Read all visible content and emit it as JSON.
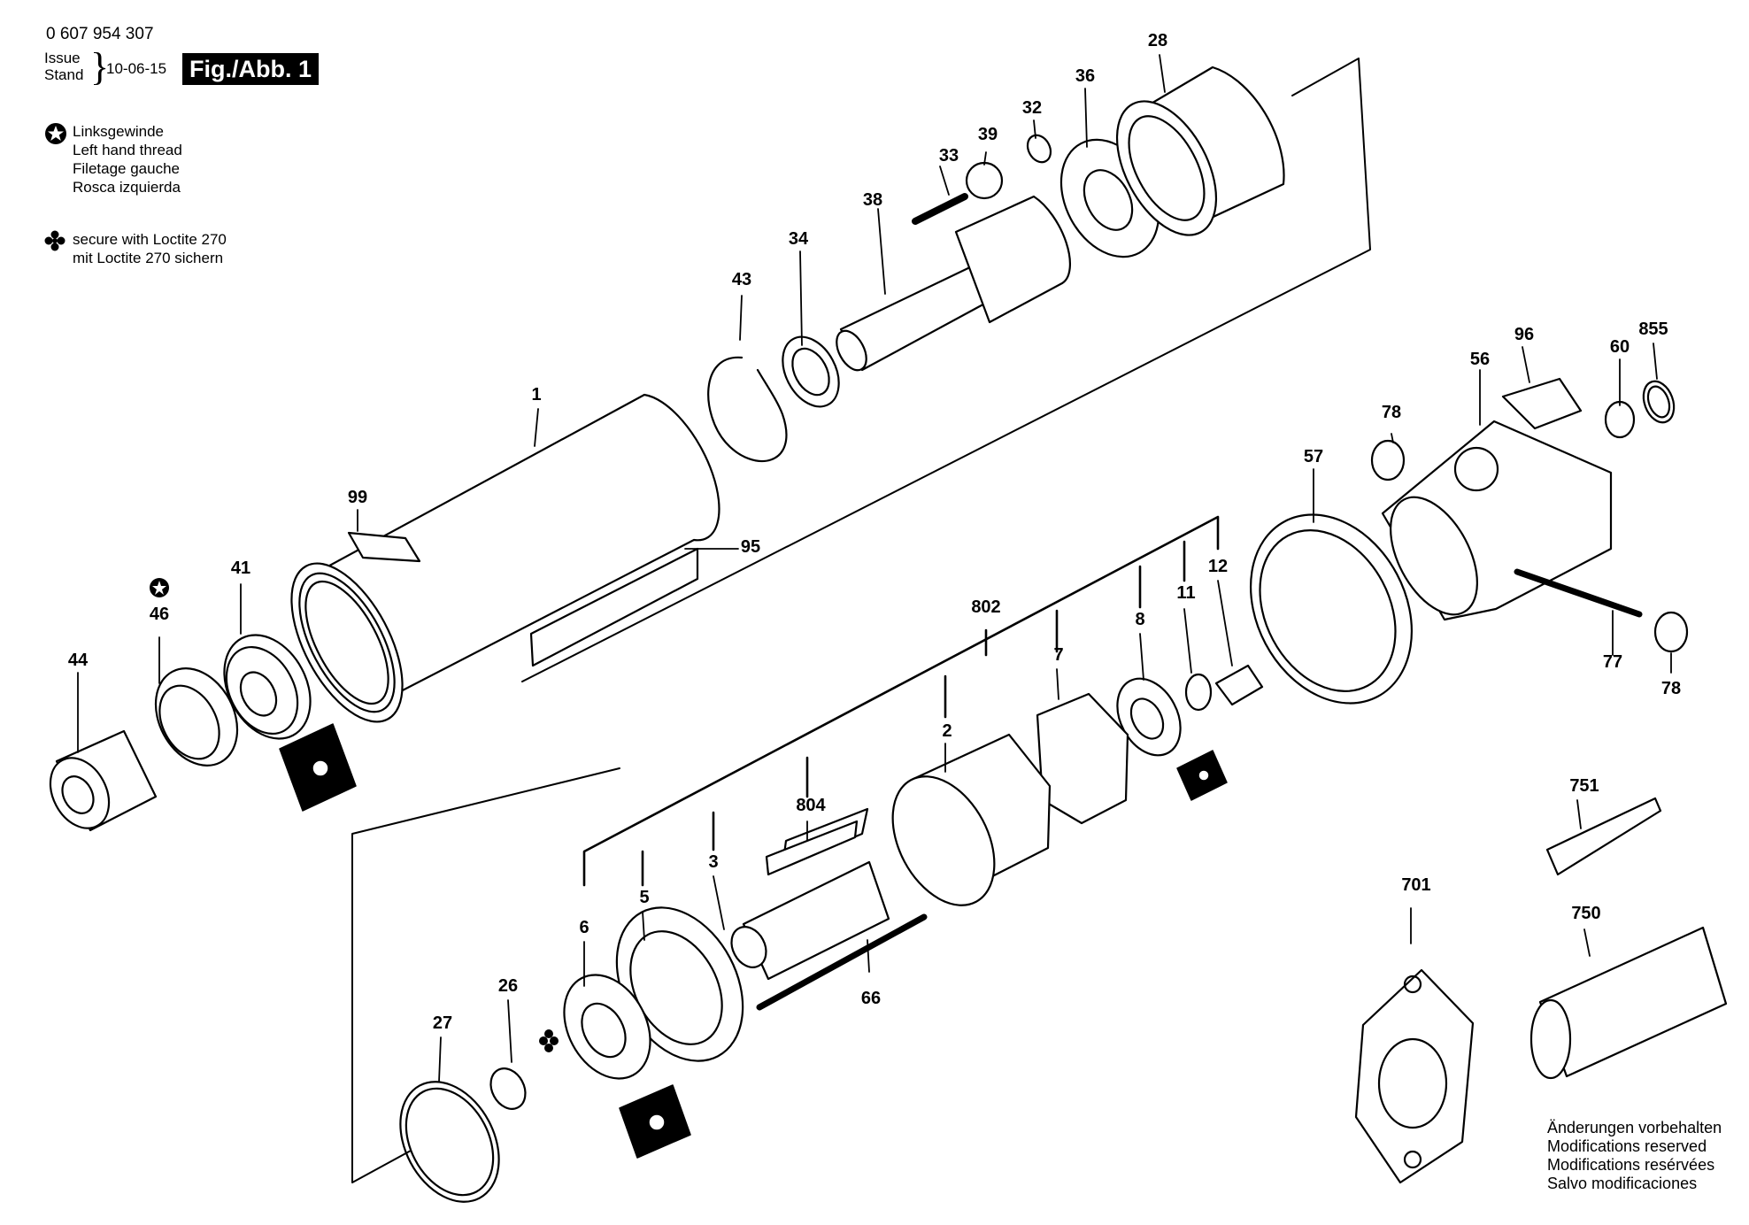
{
  "header": {
    "document_number": "0 607 954 307",
    "issue_label": "Issue",
    "stand_label": "Stand",
    "date": "10-06-15",
    "figure_label": "Fig./Abb. 1"
  },
  "legend": {
    "left_hand_thread": [
      "Linksgewinde",
      "Left hand thread",
      "Filetage gauche",
      "Rosca izquierda"
    ],
    "loctite": [
      "secure with Loctite 270",
      "mit Loctite 270 sichern"
    ]
  },
  "modifications_note": [
    "Änderungen vorbehalten",
    "Modifications reserved",
    "Modifications resérvées",
    "Salvo modificaciones"
  ],
  "part_labels": {
    "p1": "1",
    "p2": "2",
    "p3": "3",
    "p5": "5",
    "p6": "6",
    "p7": "7",
    "p8": "8",
    "p11": "11",
    "p12": "12",
    "p26": "26",
    "p27": "27",
    "p28": "28",
    "p32": "32",
    "p33": "33",
    "p34": "34",
    "p36": "36",
    "p38": "38",
    "p39": "39",
    "p41": "41",
    "p43": "43",
    "p44": "44",
    "p46": "46",
    "p56": "56",
    "p57": "57",
    "p60": "60",
    "p66": "66",
    "p77": "77",
    "p78a": "78",
    "p78b": "78",
    "p95": "95",
    "p96": "96",
    "p99": "99",
    "p701": "701",
    "p750": "750",
    "p751": "751",
    "p802": "802",
    "p804": "804",
    "p855": "855"
  },
  "colors": {
    "ink": "#000000",
    "paper": "#ffffff"
  }
}
